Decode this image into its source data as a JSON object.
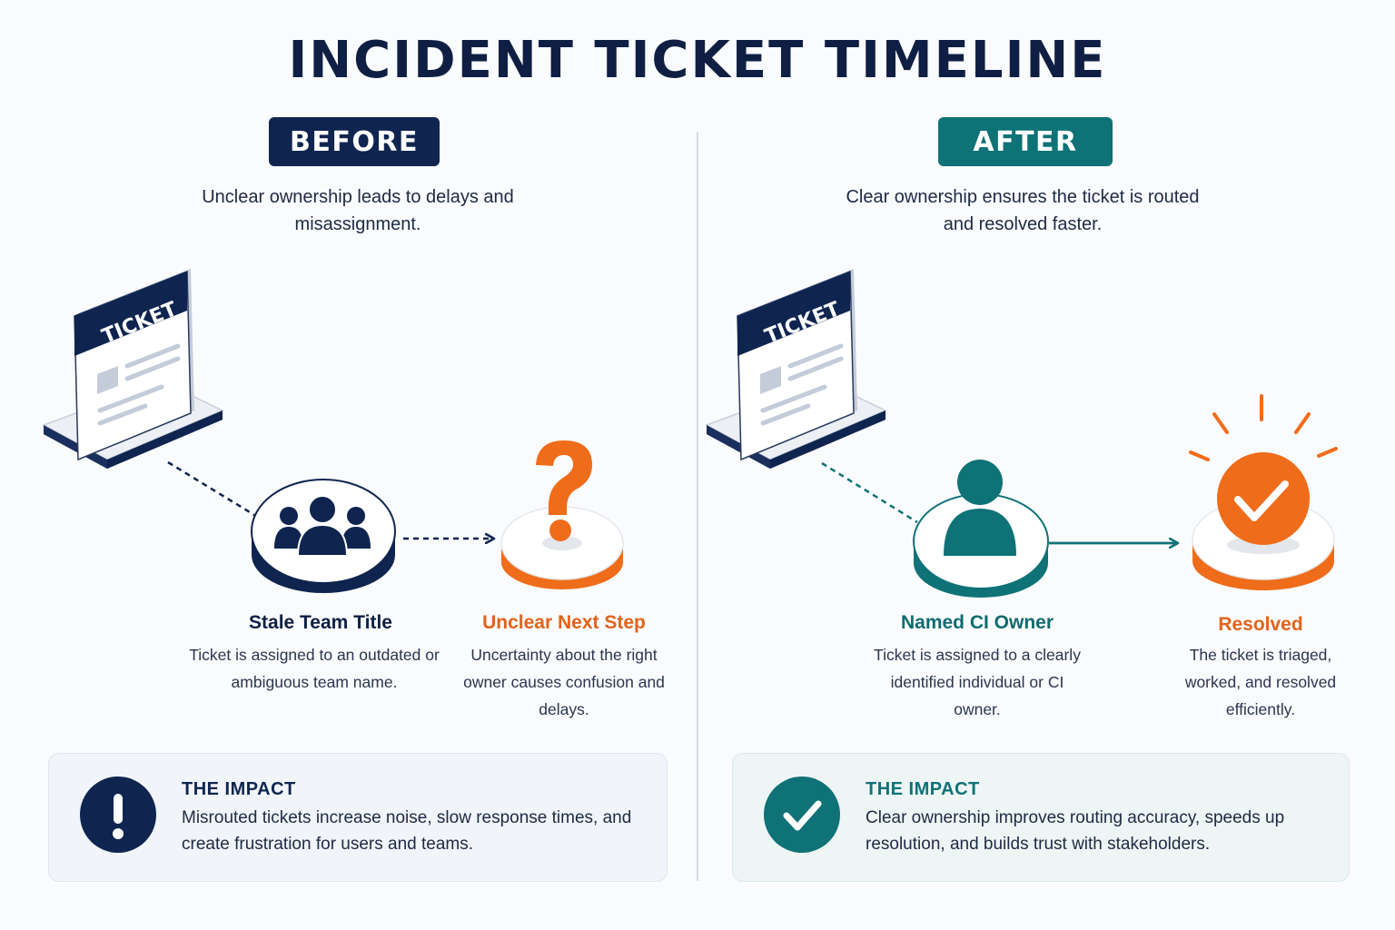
{
  "title": "INCIDENT TICKET TIMELINE",
  "colors": {
    "navy": "#0f2550",
    "teal": "#0e7277",
    "orange": "#ef6c1a",
    "divider": "#d7dce4"
  },
  "before": {
    "badge": "BEFORE",
    "subtitle": "Unclear ownership leads to delays and misassignment.",
    "ticket_label": "TICKET",
    "node1": {
      "icon": "team-group-icon",
      "title": "Stale Team Title",
      "description": "Ticket is assigned to an outdated or ambiguous team name."
    },
    "node2": {
      "icon": "question-mark-icon",
      "title": "Unclear Next Step",
      "description": "Uncertainty about the right owner causes confusion and delays."
    },
    "impact": {
      "icon": "exclamation-icon",
      "heading": "THE IMPACT",
      "text": "Misrouted tickets increase noise, slow response times, and create frustration for users and teams."
    }
  },
  "after": {
    "badge": "AFTER",
    "subtitle": "Clear ownership ensures the ticket is routed and resolved faster.",
    "ticket_label": "TICKET",
    "node1": {
      "icon": "person-icon",
      "title": "Named CI Owner",
      "description": "Ticket is assigned to a clearly identified individual or CI owner."
    },
    "node2": {
      "icon": "checkmark-badge-icon",
      "title": "Resolved",
      "description": "The ticket is triaged, worked, and resolved efficiently."
    },
    "impact": {
      "icon": "checkmark-icon",
      "heading": "THE IMPACT",
      "text": "Clear ownership improves routing accuracy, speeds up resolution, and builds trust with stakeholders."
    }
  }
}
